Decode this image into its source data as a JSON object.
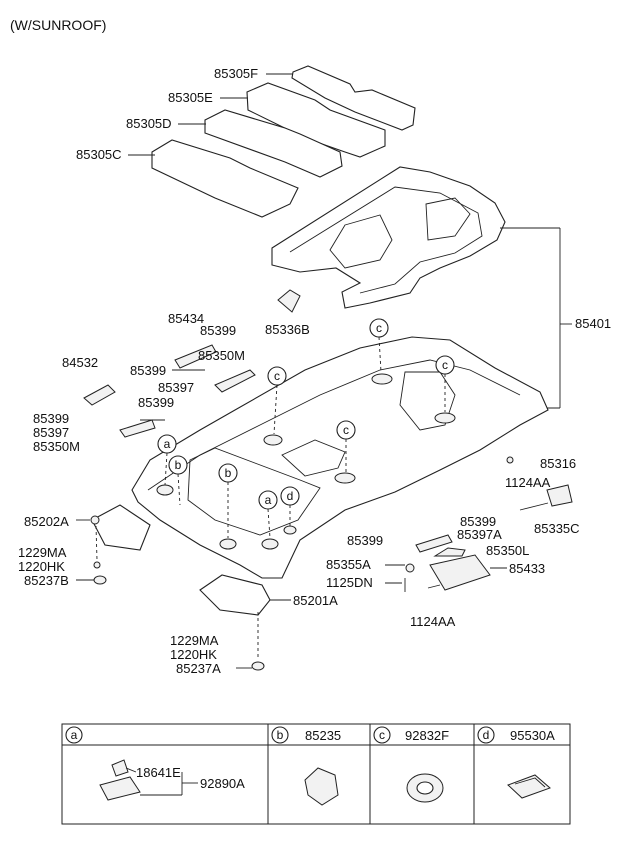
{
  "header": {
    "title": "(W/SUNROOF)"
  },
  "callouts": [
    "a",
    "b",
    "c",
    "d"
  ],
  "labels": {
    "p85305F": "85305F",
    "p85305E": "85305E",
    "p85305D": "85305D",
    "p85305C": "85305C",
    "p85401": "85401",
    "p85336B": "85336B",
    "p85434": "85434",
    "p85399_a": "85399",
    "p85399_b": "85399",
    "p85350M_a": "85350M",
    "p85397_a": "85397",
    "p84532": "84532",
    "p85399_c": "85399",
    "p85399_d": "85399",
    "p85397_b": "85397",
    "p85350M_b": "85350M",
    "p85316": "85316",
    "p1124AA_a": "1124AA",
    "p85335C": "85335C",
    "p85202A": "85202A",
    "p1229MA_a": "1229MA",
    "p1220HK_a": "1220HK",
    "p85237B": "85237B",
    "p85399_e": "85399",
    "p85397A": "85397A",
    "p85399_f": "85399",
    "p85350L": "85350L",
    "p85355A": "85355A",
    "p85433": "85433",
    "p1125DN": "1125DN",
    "p1124AA_b": "1124AA",
    "p85201A": "85201A",
    "p1229MA_b": "1229MA",
    "p1220HK_b": "1220HK",
    "p85237A": "85237A"
  },
  "legend": {
    "cells": [
      {
        "key": "a",
        "part": ""
      },
      {
        "key": "b",
        "part": "85235"
      },
      {
        "key": "c",
        "part": "92832F"
      },
      {
        "key": "d",
        "part": "95530A"
      }
    ],
    "sub_a1": "18641E",
    "sub_a2": "92890A"
  }
}
